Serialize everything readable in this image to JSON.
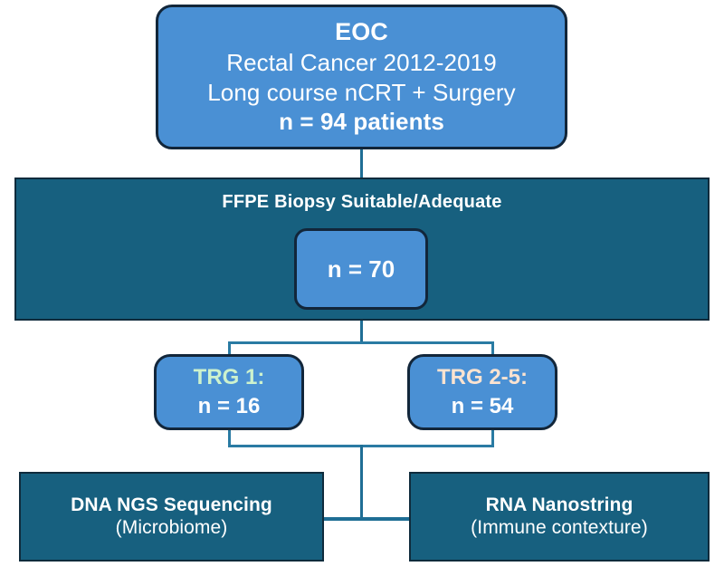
{
  "diagram": {
    "title": "Rectal cancer study flow diagram",
    "colors": {
      "light_blue": "#4a90d4",
      "dark_teal": "#17607f",
      "connector": "#1f6e95",
      "border_dark": "#12263a",
      "trg1_label": "#cdf2cd",
      "trg25_label": "#fce3d0",
      "text": "#ffffff"
    },
    "nodes": {
      "cohort": {
        "name": "EOC cohort",
        "line1": "EOC",
        "line2": "Rectal Cancer  2012-2019",
        "line3": "Long course nCRT + Surgery",
        "line4": "n = 94 patients"
      },
      "ffpe": {
        "name": "FFPE biopsy band",
        "title": "FFPE Biopsy Suitable/Adequate",
        "count": "n = 70"
      },
      "trg1": {
        "name": "TRG 1 group",
        "label": "TRG 1:",
        "count": "n = 16"
      },
      "trg25": {
        "name": "TRG 2-5 group",
        "label": "TRG 2-5:",
        "count": "n = 54"
      },
      "dna": {
        "name": "DNA assay",
        "line1": "DNA NGS Sequencing",
        "line2": "(Microbiome)"
      },
      "rna": {
        "name": "RNA assay",
        "line1": "RNA Nanostring",
        "line2": "(Immune contexture)"
      }
    }
  }
}
